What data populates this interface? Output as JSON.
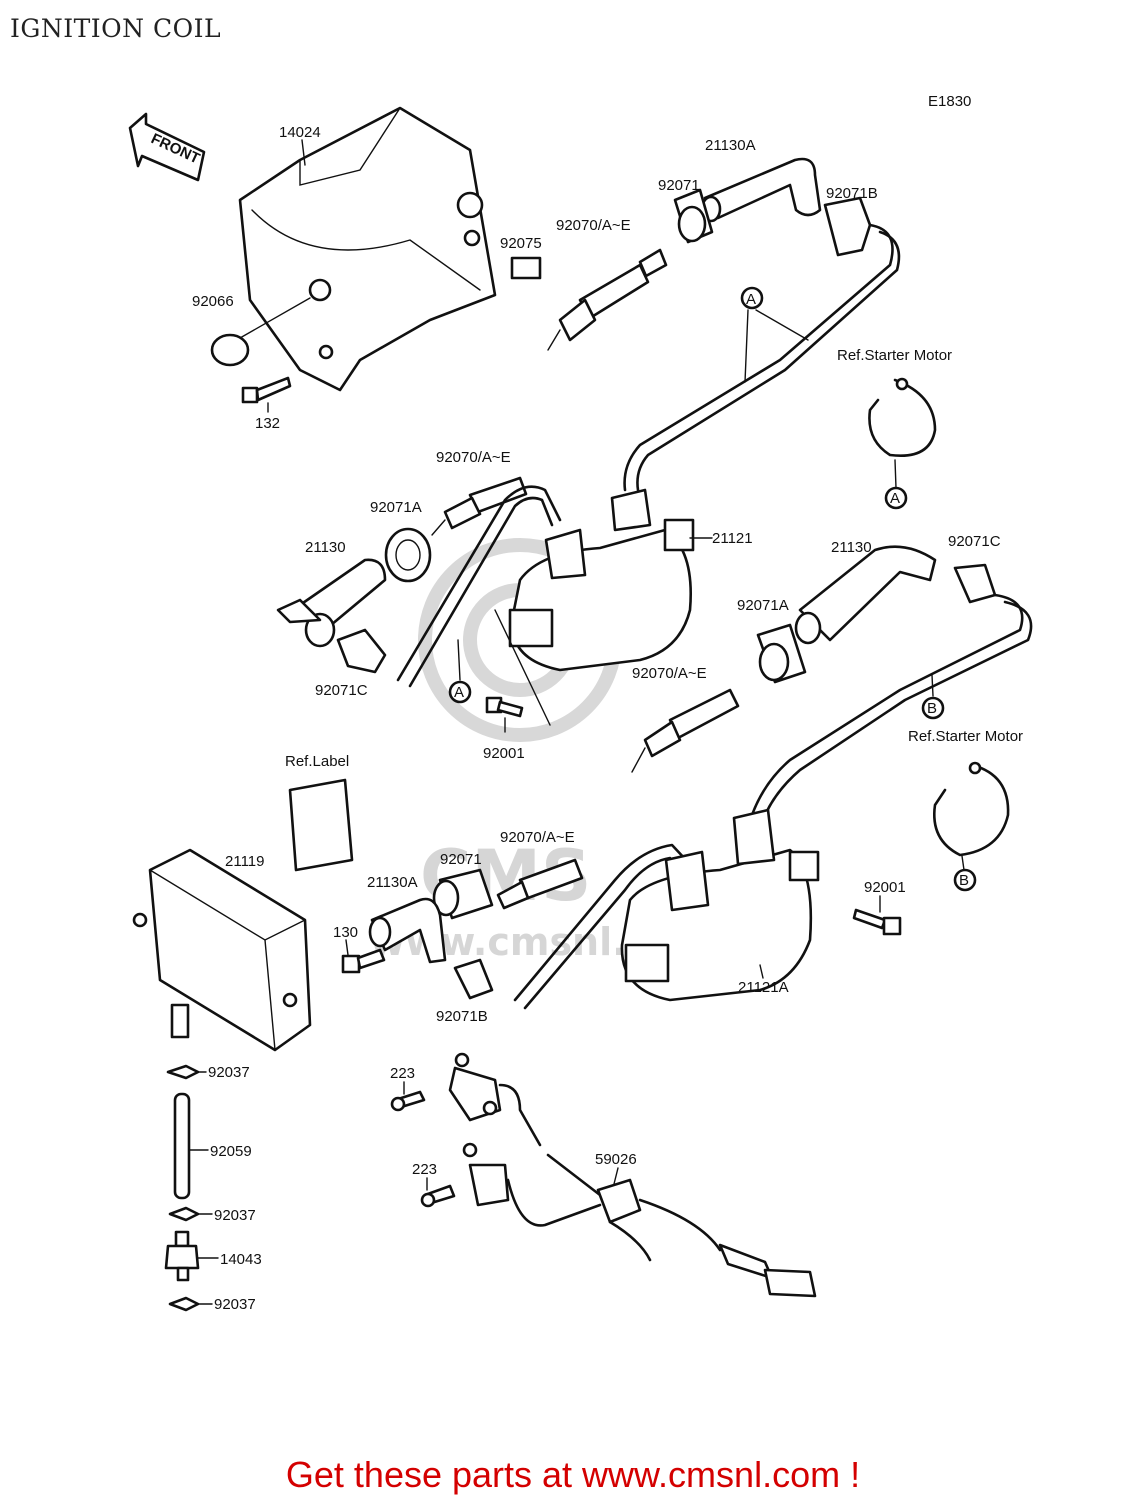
{
  "title": "IGNITION COIL",
  "diagram_code": "E1830",
  "footer_text": "Get these parts at www.cmsnl.com !",
  "front_arrow_label": "FRONT",
  "callouts": {
    "c14024": "14024",
    "c92075": "92075",
    "c92066": "92066",
    "c132": "132",
    "c21130A_top": "21130A",
    "c92071_top": "92071",
    "c92071B_top": "92071B",
    "c92070_top": "92070/A~E",
    "refA_top": "A",
    "ref_starter_1": "Ref.Starter Motor",
    "refA_band": "A",
    "c92070_left": "92070/A~E",
    "c92071A_left": "92071A",
    "c21130_left": "21130",
    "c92071C_left": "92071C",
    "refA_left": "A",
    "c92001_mid": "92001",
    "c21121": "21121",
    "c21130_right": "21130",
    "c92071C_right": "92071C",
    "c92071A_right": "92071A",
    "c92070_right": "92070/A~E",
    "refB_right": "B",
    "ref_starter_2": "Ref.Starter Motor",
    "refB_band": "B",
    "ref_label": "Ref.Label",
    "c21119": "21119",
    "c92070_low": "92070/A~E",
    "c92071_low": "92071",
    "c21130A_low": "21130A",
    "c130": "130",
    "c92071B_low": "92071B",
    "c92001_low": "92001",
    "c21121A": "21121A",
    "c92037_a": "92037",
    "c92059": "92059",
    "c92037_b": "92037",
    "c14043": "14043",
    "c92037_c": "92037",
    "c223_a": "223",
    "c223_b": "223",
    "c59026": "59026"
  }
}
